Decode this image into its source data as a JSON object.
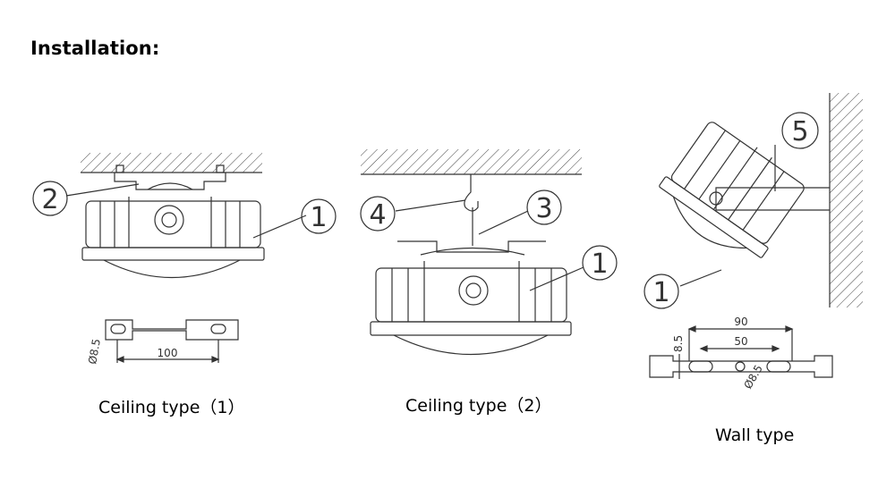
{
  "heading": "Installation:",
  "captions": {
    "ceiling_1": "Ceiling type（1）",
    "ceiling_2": "Ceiling type（2）",
    "wall": "Wall type"
  },
  "callouts": {
    "c1": "1",
    "c2": "2",
    "c3": "3",
    "c4": "4",
    "c5": "5"
  },
  "dimensions": {
    "ceiling_bracket_length": "100",
    "ceiling_bracket_hole": "Ø8.5",
    "wall_outer": "90",
    "wall_inner": "50",
    "wall_slot": "8.5",
    "wall_hole": "Ø8.5"
  }
}
